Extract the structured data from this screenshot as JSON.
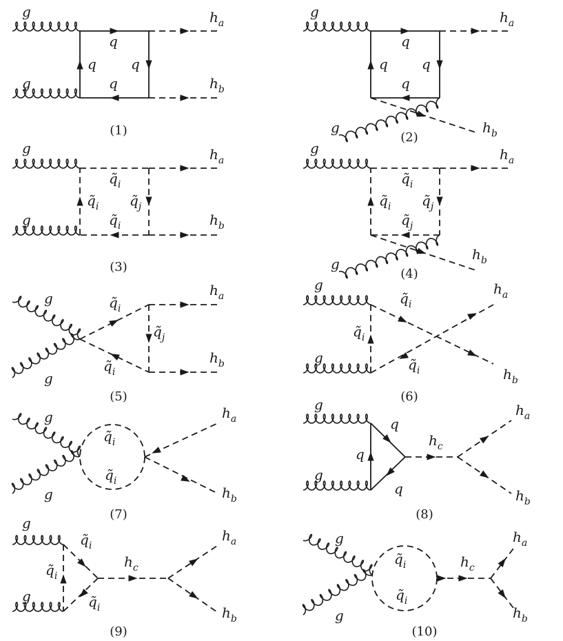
{
  "colors": {
    "ink": "#1a1a1a",
    "background": "#ffffff"
  },
  "labels": {
    "gluon": "g",
    "quark": "q",
    "squark_i": "q̃",
    "squark_j": "q̃",
    "sub_i": "i",
    "sub_j": "j",
    "higgs": "h",
    "sub_a": "a",
    "sub_b": "b",
    "sub_c": "c"
  },
  "captions": [
    "(1)",
    "(2)",
    "(3)",
    "(4)",
    "(5)",
    "(6)",
    "(7)",
    "(8)",
    "(9)",
    "(10)"
  ]
}
